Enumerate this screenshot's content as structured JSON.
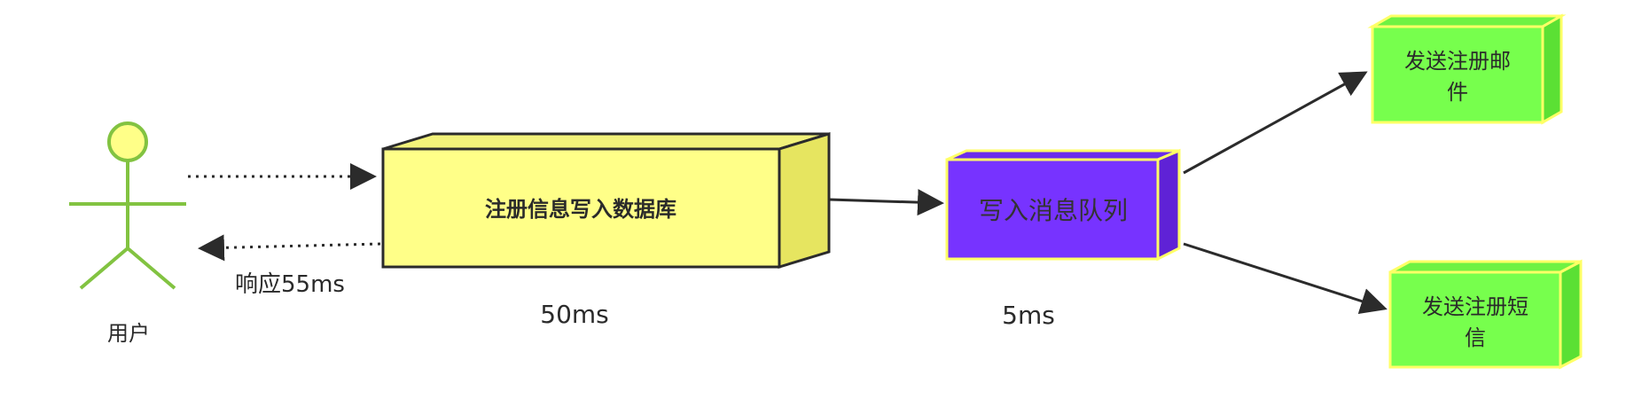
{
  "actor": {
    "label": "用户"
  },
  "arrows": {
    "response_label": "响应55ms"
  },
  "db_box": {
    "label": "注册信息写入数据库",
    "time": "50ms"
  },
  "queue_box": {
    "label": "写入消息队列",
    "time": "5ms"
  },
  "email_box": {
    "line1": "发送注册邮",
    "line2": "件"
  },
  "sms_box": {
    "line1": "发送注册短",
    "line2": "信"
  },
  "colors": {
    "db_front": "#ffff88",
    "db_side": "#e6e560",
    "db_top": "#f2f27a",
    "queue_front": "#7733ff",
    "queue_side": "#5f22d6",
    "queue_top": "#6a2ceb",
    "green_front": "#77ff4d",
    "green_side": "#5be034",
    "green_top": "#6ef243",
    "actor_stroke": "#82c341",
    "actor_head": "#ffff88",
    "border_yellow": "#ffff66"
  }
}
